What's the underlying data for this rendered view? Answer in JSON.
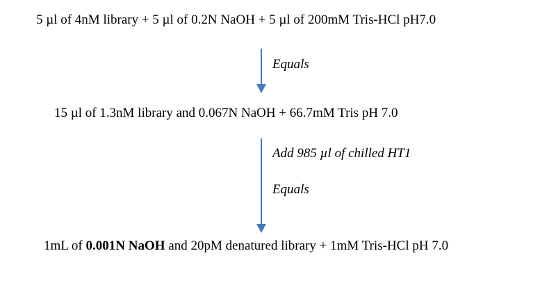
{
  "steps": {
    "step1": "5 µl of 4nM library + 5 µl of 0.2N NaOH + 5 µl of 200mM Tris-HCl pH7.0",
    "arrow1_label": "Equals",
    "step2": "15 µl of 1.3nM library and 0.067N NaOH + 66.7mM Tris pH 7.0",
    "arrow2_label_top": "Add 985 µl of chilled HT1",
    "arrow2_label_bottom": "Equals",
    "step3_prefix": "1mL of ",
    "step3_bold": "0.001N NaOH",
    "step3_suffix": " and 20pM denatured library + 1mM Tris-HCl pH 7.0"
  },
  "colors": {
    "arrow": "#4a7ab5",
    "text": "#000000",
    "background": "#ffffff"
  }
}
